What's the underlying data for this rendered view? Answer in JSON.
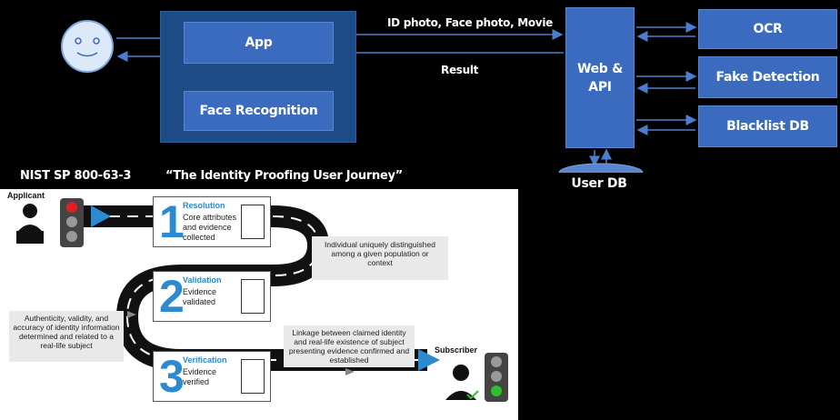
{
  "diagram": {
    "app_label": "App",
    "face_recognition_label": "Face Recognition",
    "web_api_line1": "Web &",
    "web_api_line2": "API",
    "ocr_label": "OCR",
    "fake_detection_label": "Fake Detection",
    "blacklist_label": "Blacklist DB",
    "user_db_label": "User DB",
    "request_label": "ID photo, Face photo, Movie",
    "result_label": "Result"
  },
  "nist": {
    "header_left": "NIST SP 800-63-3",
    "header_right": "“The Identity Proofing User Journey”",
    "applicant": "Applicant",
    "subscriber": "Subscriber",
    "steps": [
      {
        "num": "1",
        "title": "Resolution",
        "desc": "Core attributes and evidence collected"
      },
      {
        "num": "2",
        "title": "Validation",
        "desc": "Evidence validated"
      },
      {
        "num": "3",
        "title": "Verification",
        "desc": "Evidence verified"
      }
    ],
    "notes": {
      "resolution": "Individual uniquely distinguished among a given population or context",
      "validation": "Authenticity, validity, and accuracy of identity information determined and related to a real-life subject",
      "verification": "Linkage between claimed identity and real-life existence of subject presenting evidence confirmed and established"
    },
    "colors": {
      "accent": "#2b8ad0",
      "red": "#e02020",
      "green": "#2ec02e"
    }
  }
}
